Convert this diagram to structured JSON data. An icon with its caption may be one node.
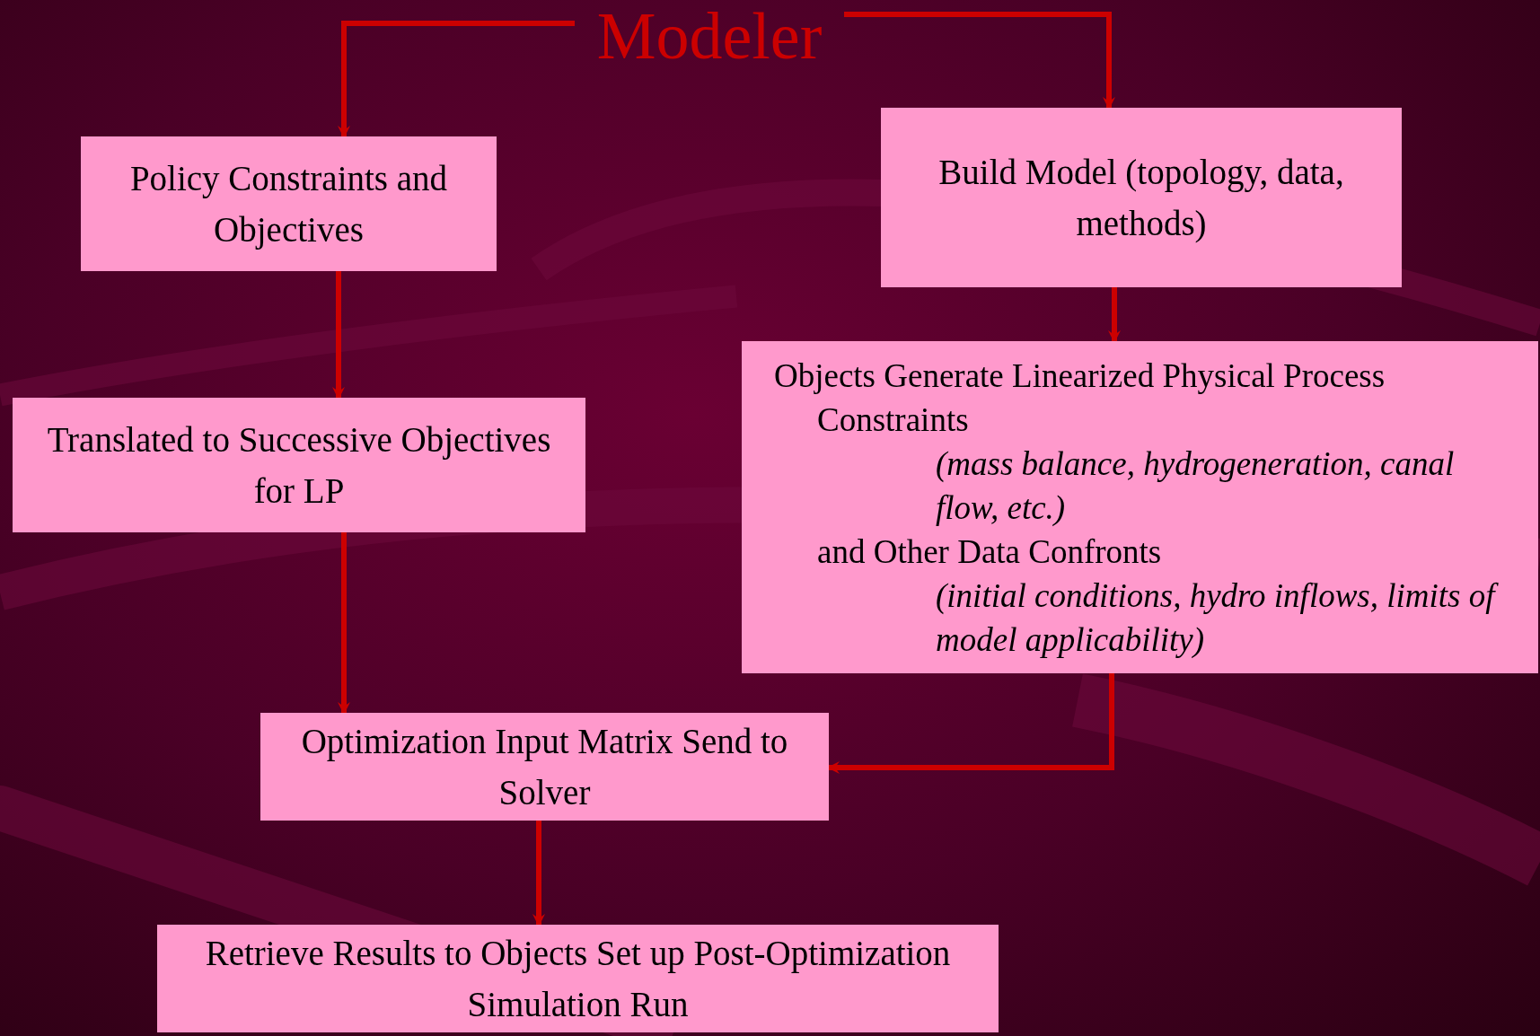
{
  "diagram": {
    "nodes": [
      {
        "text": [
          "Modeler"
        ]
      },
      {
        "text": [
          "Policy Constraints and Objectives"
        ]
      },
      {
        "text": [
          "Build Model (topology, data, methods)"
        ]
      },
      {
        "text": [
          "Translated to Successive Objectives for LP"
        ]
      },
      {
        "text": [
          "Objects Generate Linearized Physical Process Constraints",
          "(mass balance, hydrogeneration, canal flow, etc.)",
          "and Other Data Confronts",
          "(initial conditions, hydro inflows, limits of model applicability)"
        ]
      },
      {
        "text": [
          "Optimization Input Matrix Send to Solver"
        ]
      },
      {
        "text": [
          "Retrieve Results to Objects Set up Post-Optimization Simulation Run"
        ]
      }
    ],
    "edges": [
      {
        "from": 0,
        "to": 1,
        "arrow": "to"
      },
      {
        "from": 0,
        "to": 2,
        "arrow": "to"
      },
      {
        "from": 1,
        "to": 3,
        "arrow": "to"
      },
      {
        "from": 2,
        "to": 4,
        "arrow": "to"
      },
      {
        "from": 3,
        "to": 5,
        "arrow": "to"
      },
      {
        "from": 4,
        "to": 5,
        "arrow": "to"
      },
      {
        "from": 5,
        "to": 6,
        "arrow": "to"
      }
    ]
  }
}
